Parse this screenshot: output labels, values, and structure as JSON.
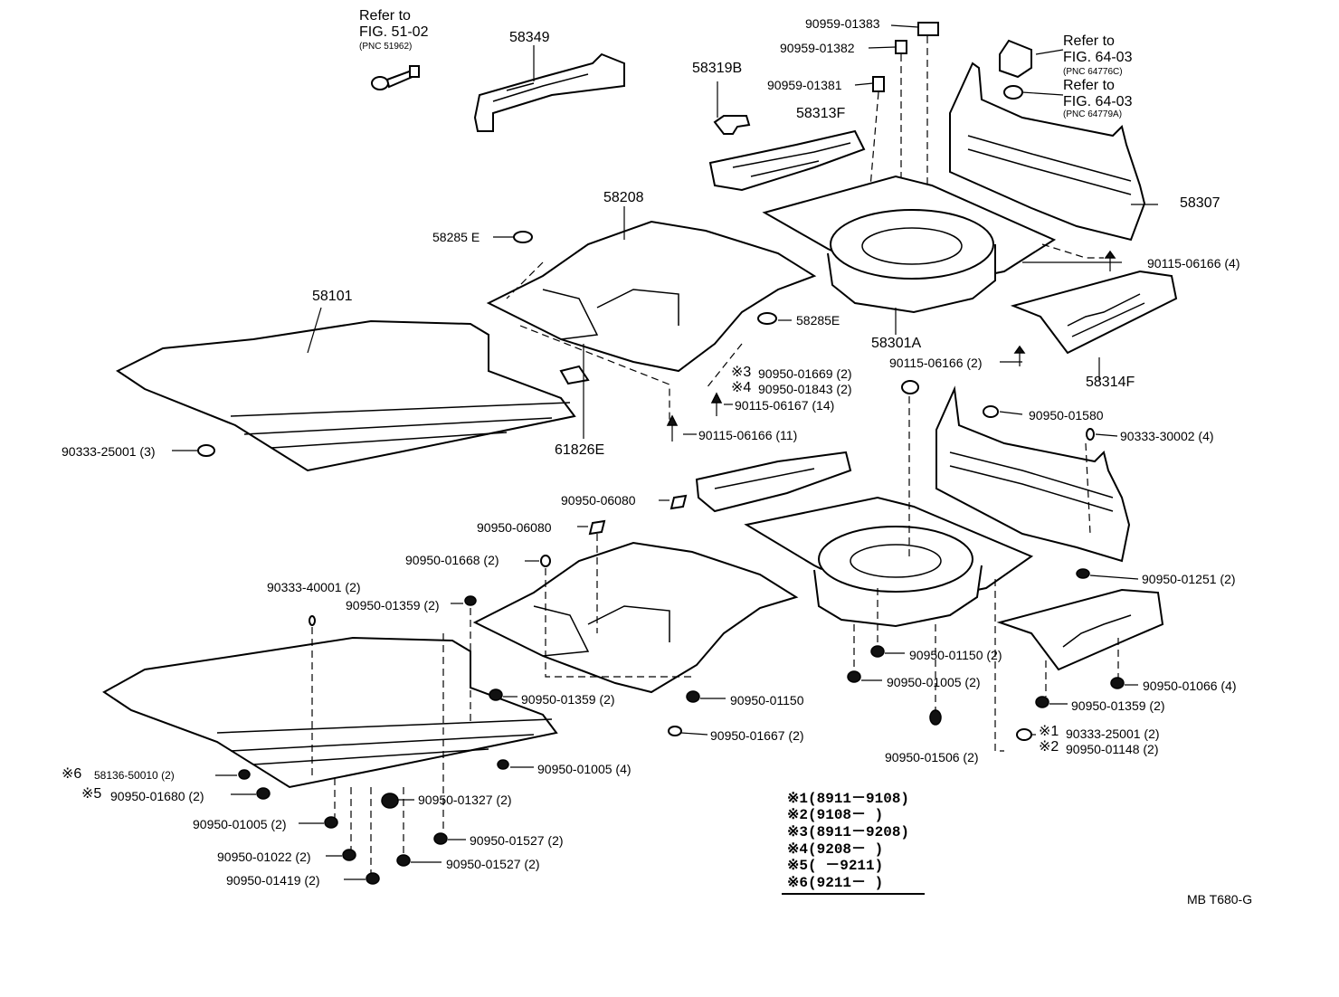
{
  "refs": {
    "fig5102": {
      "l1": "Refer to",
      "l2": "FIG. 51-02",
      "pnc": "(PNC 51962)"
    },
    "fig6403a": {
      "l1": "Refer to",
      "l2": "FIG. 64-03",
      "pnc": "(PNC 64776C)"
    },
    "fig6403b": {
      "l1": "Refer to",
      "l2": "FIG. 64-03",
      "pnc": "(PNC 64779A)"
    }
  },
  "parts": {
    "p58349": "58349",
    "p58319B": "58319B",
    "p58313F": "58313F",
    "p90959_01383": "90959-01383",
    "p90959_01382": "90959-01382",
    "p90959_01381": "90959-01381",
    "p58307": "58307",
    "p90115_06166_4": "90115-06166 (4)",
    "p58208": "58208",
    "p58285E_a": "58285 E",
    "p58285E_b": "58285E",
    "p58101": "58101",
    "p58301A": "58301A",
    "p90115_06166_2": "90115-06166 (2)",
    "p58314F": "58314F",
    "p90950_01669": "90950-01669 (2)",
    "p90950_01843": "90950-01843 (2)",
    "p90115_06167": "90115-06167 (14)",
    "p90115_06166_11": "90115-06166 (11)",
    "p61826E": "61826E",
    "p90333_25001_3": "90333-25001 (3)",
    "p90950_01580": "90950-01580",
    "p90333_30002": "90333-30002 (4)",
    "p90950_06080_a": "90950-06080",
    "p90950_06080_b": "90950-06080",
    "p90950_01668": "90950-01668 (2)",
    "p90333_40001": "90333-40001 (2)",
    "p90950_01359_a": "90950-01359 (2)",
    "p90950_01251": "90950-01251 (2)",
    "p90950_01150_2": "90950-01150 (2)",
    "p90950_01005_2a": "90950-01005 (2)",
    "p90950_01066": "90950-01066 (4)",
    "p90950_01359_b": "90950-01359 (2)",
    "p90950_01150": "90950-01150",
    "p90950_01359_c": "90950-01359 (2)",
    "p90950_01667": "90950-01667 (2)",
    "p90333_25001_2": "90333-25001 (2)",
    "p90950_01148": "90950-01148 (2)",
    "p90950_01506": "90950-01506 (2)",
    "p90950_01005_4": "90950-01005 (4)",
    "p58136_50010": "58136-50010  (2)",
    "p90950_01680": "90950-01680 (2)",
    "p90950_01327": "90950-01327 (2)",
    "p90950_01005_2b": "90950-01005 (2)",
    "p90950_01527_a": "90950-01527 (2)",
    "p90950_01022": "90950-01022 (2)",
    "p90950_01527_b": "90950-01527 (2)",
    "p90950_01419": "90950-01419 (2)"
  },
  "marks": {
    "m1": "※1",
    "m2": "※2",
    "m3": "※3",
    "m4": "※4",
    "m5": "※5",
    "m6": "※6"
  },
  "legend": [
    {
      "mark": "※1",
      "range": "(8911－9108)"
    },
    {
      "mark": "※2",
      "range": "(9108－    )"
    },
    {
      "mark": "※3",
      "range": "(8911－9208)"
    },
    {
      "mark": "※4",
      "range": "(9208－    )"
    },
    {
      "mark": "※5",
      "range": "(    －9211)"
    },
    {
      "mark": "※6",
      "range": "(9211－    )"
    }
  ],
  "footer": {
    "code": "MB T680-G"
  }
}
